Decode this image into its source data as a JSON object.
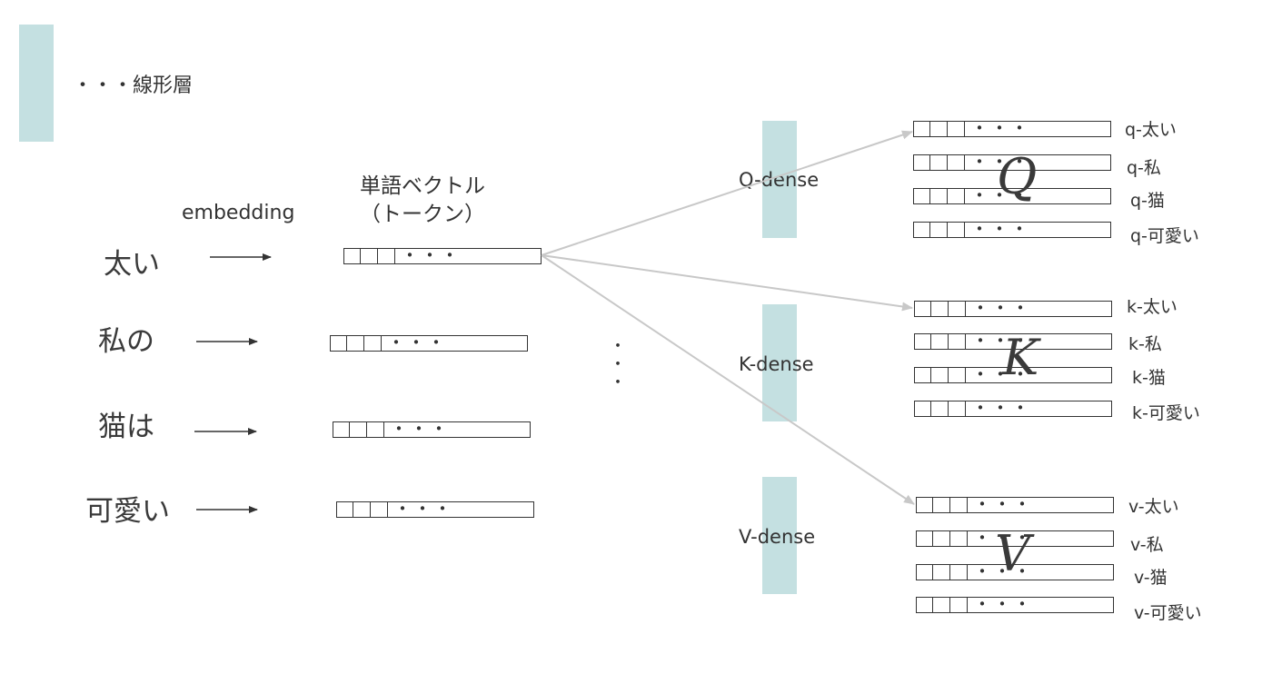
{
  "legend": {
    "label": "・・・線形層"
  },
  "embedding_label": "embedding",
  "token_header": {
    "line1": "単語ベクトル",
    "line2": "（トークン）"
  },
  "words": [
    "太い",
    "私の",
    "猫は",
    "可愛い"
  ],
  "vector_dots": "・・・",
  "vertical_dots": [
    "・",
    "・",
    "・"
  ],
  "dense_layers": [
    {
      "label": "Q-dense",
      "matrix": "Q",
      "outputs": [
        "q-太い",
        "q-私",
        "q-猫",
        "q-可愛い"
      ]
    },
    {
      "label": "K-dense",
      "matrix": "K",
      "outputs": [
        "k-太い",
        "k-私",
        "k-猫",
        "k-可愛い"
      ]
    },
    {
      "label": "V-dense",
      "matrix": "V",
      "outputs": [
        "v-太い",
        "v-私",
        "v-猫",
        "v-可愛い"
      ]
    }
  ],
  "colors": {
    "linear_layer": "#c4e0e1",
    "projection_arrow": "#c8c8c8",
    "stroke": "#333333"
  }
}
